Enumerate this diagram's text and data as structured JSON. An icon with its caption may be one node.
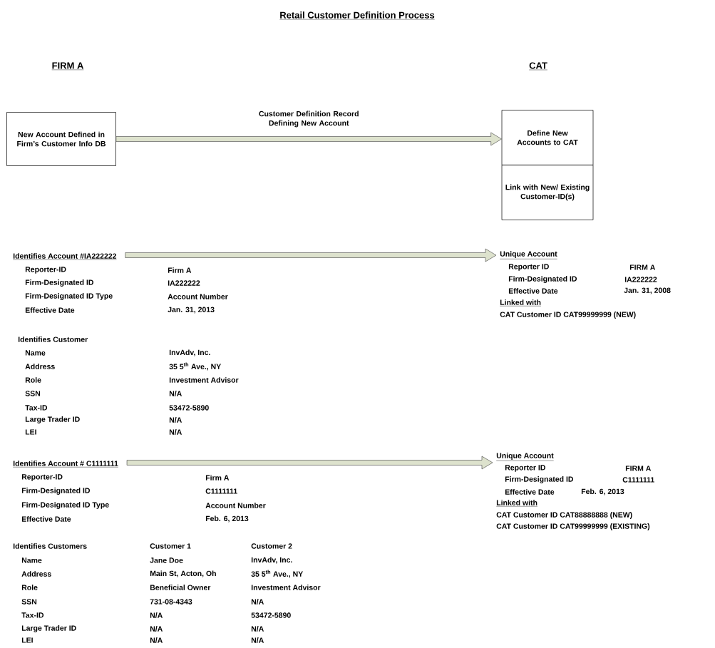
{
  "diagram": {
    "title": "Retail Customer Definition Process",
    "nodes": [
      {
        "text": [
          "New Account Defined in Firm’s Customer Info DB"
        ]
      },
      {
        "text": [
          "Define New Accounts to CAT"
        ]
      },
      {
        "text": [
          "Link with New/ Existing Customer-ID(s)"
        ]
      },
      {
        "text": [
          "Identifies Account #IA222222"
        ]
      },
      {
        "text": [
          "Unique Account"
        ]
      },
      {
        "text": [
          "Identifies Account # C1111111"
        ]
      },
      {
        "text": [
          "Unique Account"
        ]
      }
    ],
    "edges": [
      {
        "from": 0,
        "to": 1,
        "arrow": "to",
        "label": "Customer Definition Record Defining New Account"
      },
      {
        "from": 3,
        "to": 4,
        "arrow": "to"
      },
      {
        "from": 5,
        "to": 6,
        "arrow": "to"
      }
    ],
    "labels": [
      "FIRM A",
      "CAT",
      "Reporter-ID",
      "Firm A",
      "Firm-Designated ID",
      "IA222222",
      "Firm-Designated ID Type",
      "Account Number",
      "Effective Date",
      "Jan. 31, 2013",
      "Identifies Customer",
      "Name",
      "InvAdv, Inc.",
      "Address",
      "35 5$^{th}$ Ave., NY",
      "Role",
      "Investment Advisor",
      "SSN",
      "N/A",
      "Tax-ID",
      "53472-5890",
      "Large Trader ID",
      "N/A",
      "LEI",
      "N/A",
      "Reporter ID",
      "FIRM A",
      "Firm-Designated ID",
      "IA222222",
      "Effective Date",
      "Jan.  31, 2008",
      "Linked with",
      "CAT Customer ID CAT99999999 (NEW)",
      "Reporter-ID",
      "Firm A",
      "Firm-Designated ID",
      "C1111111",
      "Firm-Designated ID Type",
      "Account Number",
      "Effective Date",
      "Feb. 6, 2013",
      "Reporter ID",
      "FIRM A",
      "Firm-Designated ID",
      "C1111111",
      "Effective Date",
      "Feb. 6, 2013",
      "Linked with",
      "CAT Customer ID CAT88888888 (NEW)",
      "CAT Customer ID CAT99999999 (EXISTING)",
      "Identifies Customers",
      "Customer 1",
      "Customer 2",
      "Name",
      "Jane Doe",
      "InvAdv, Inc.",
      "Address",
      "Main St, Acton, Oh",
      "35 5$^{th}$ Ave., NY",
      "Role",
      "Beneficial Owner",
      "Investment Advisor",
      "SSN",
      "731-08-4343",
      "N/A",
      "Tax-ID",
      "N/A",
      "53472-5890",
      "Large Trader ID",
      "N/A",
      "N/A",
      "LEI",
      "N/A",
      "N/A"
    ]
  }
}
